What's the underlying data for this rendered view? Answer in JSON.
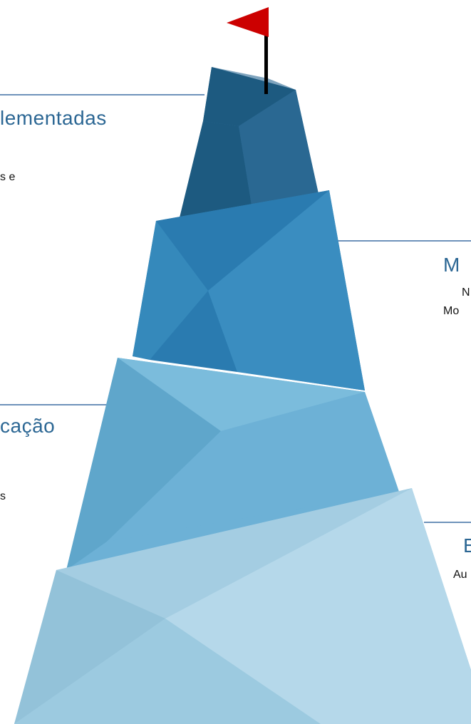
{
  "colors": {
    "tier1_dark": "#1d5a80",
    "tier1_mid": "#2a6892",
    "tier1_light": "#34739c",
    "tier2_dark": "#2a7bb0",
    "tier2_mid": "#3589bb",
    "tier2_light": "#3a8dc0",
    "tier3_dark": "#5fa6cb",
    "tier3_mid": "#6db1d6",
    "tier3_light": "#7bbcdc",
    "tier4_dark": "#93c2d9",
    "tier4_mid": "#a4cde2",
    "tier4_light": "#b5d8ea",
    "flag_red": "#cc0000",
    "connector": "#3f6fa3",
    "title_text": "#2c6794"
  },
  "labels": {
    "top_left_title": "lementadas",
    "top_left_body": "s e",
    "right_upper_title": "M",
    "right_upper_line1": "N",
    "right_upper_line2": "Mo",
    "mid_left_title": "cação",
    "mid_left_body": "s",
    "right_lower_title": "E",
    "right_lower_line1": "Au"
  }
}
